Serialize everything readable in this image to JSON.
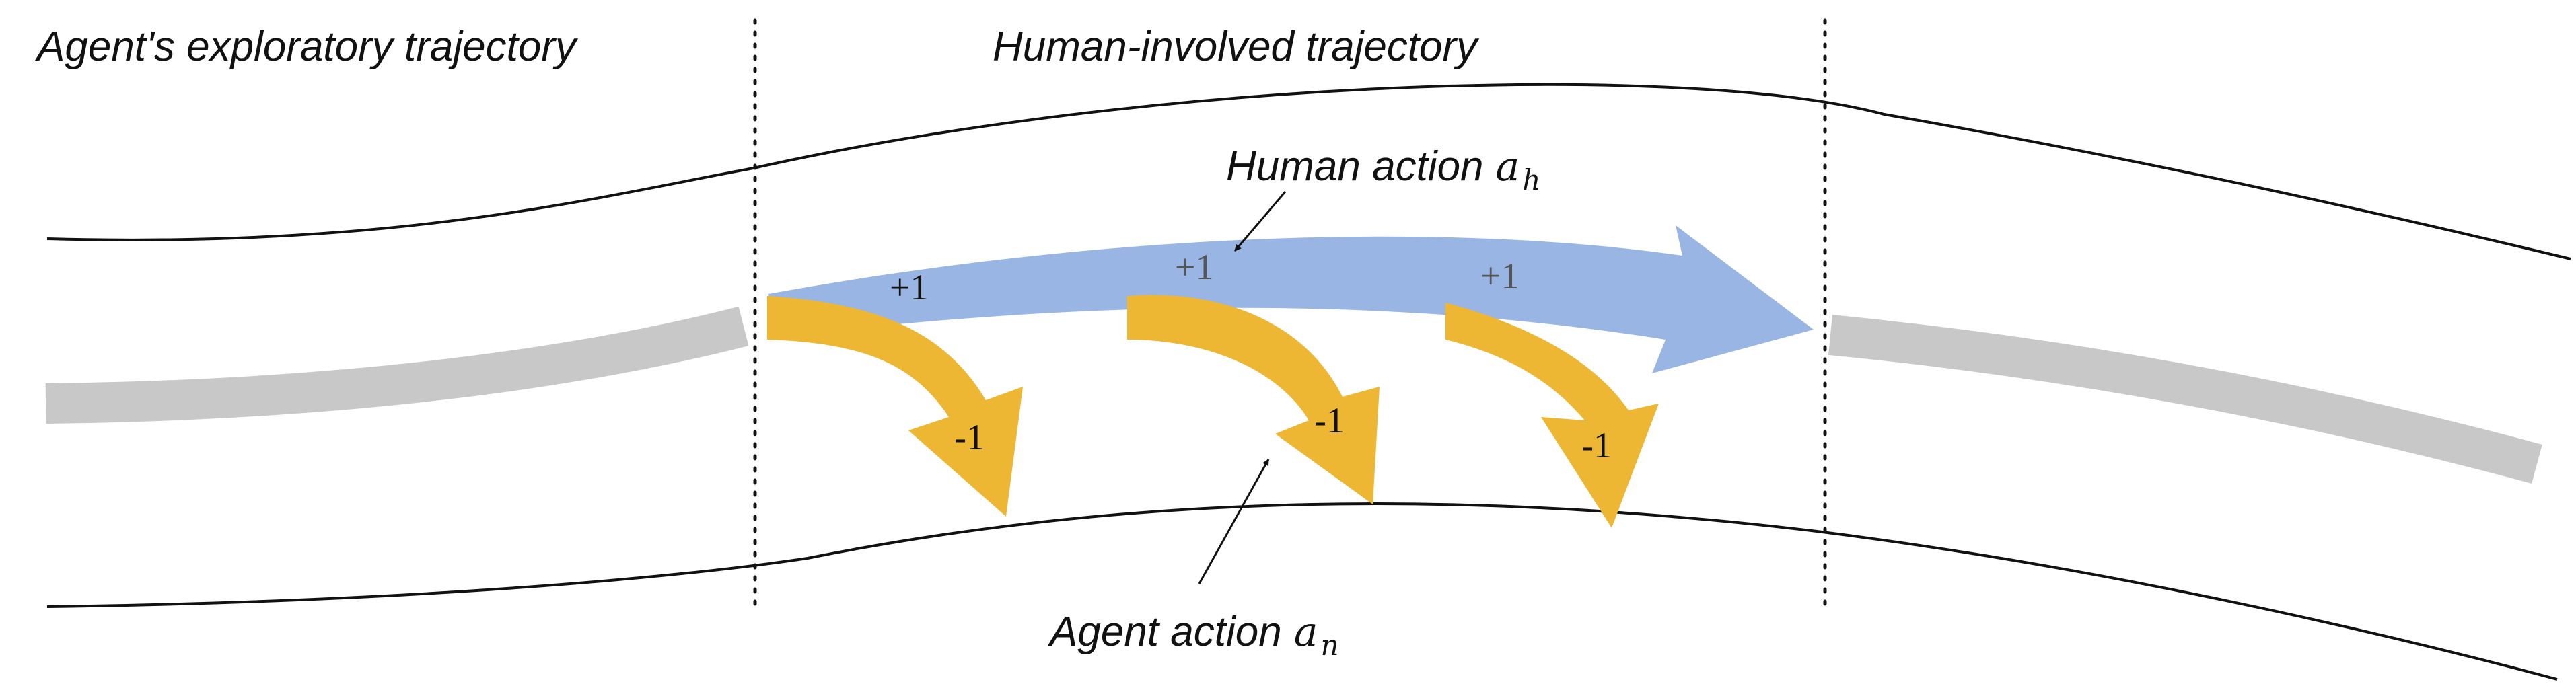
{
  "sections": {
    "left_title": "Agent's exploratory trajectory",
    "middle_title": "Human-involved trajectory"
  },
  "callouts": {
    "human_action_label": "Human action",
    "human_action_symbol": "a",
    "human_action_subscript": "h",
    "agent_action_label": "Agent action",
    "agent_action_symbol": "a",
    "agent_action_subscript": "n"
  },
  "rewards": {
    "positive": [
      "+1",
      "+1",
      "+1"
    ],
    "negative": [
      "-1",
      "-1",
      "-1"
    ]
  },
  "colors": {
    "human_arrow": "#98B5E3",
    "agent_arrow": "#EDB734",
    "trajectory_gray": "#C8C8C8",
    "road_edge": "#111111",
    "positive_reward_dark": "#111111",
    "positive_reward_gray": "#555555"
  }
}
